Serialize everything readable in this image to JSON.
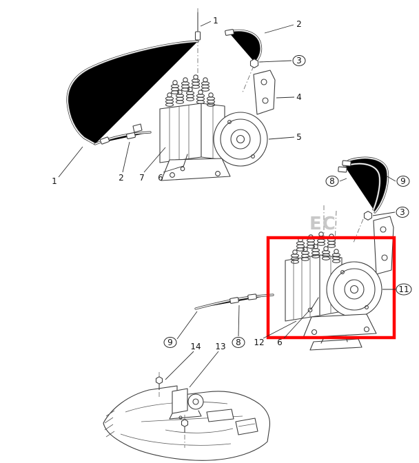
{
  "diagram": {
    "watermark": "EC",
    "highlight": {
      "color": "#ff0000"
    },
    "callouts": [
      {
        "label": "1",
        "circled": false
      },
      {
        "label": "2",
        "circled": false
      },
      {
        "label": "3",
        "circled": true
      },
      {
        "label": "4",
        "circled": false
      },
      {
        "label": "5",
        "circled": false
      },
      {
        "label": "1",
        "circled": false
      },
      {
        "label": "2",
        "circled": false
      },
      {
        "label": "7",
        "circled": false
      },
      {
        "label": "6",
        "circled": false
      },
      {
        "label": "8",
        "circled": true
      },
      {
        "label": "9",
        "circled": true
      },
      {
        "label": "3",
        "circled": true
      },
      {
        "label": "11",
        "circled": true
      },
      {
        "label": "9",
        "circled": true
      },
      {
        "label": "14",
        "circled": false
      },
      {
        "label": "13",
        "circled": false
      },
      {
        "label": "8",
        "circled": true
      },
      {
        "label": "12",
        "circled": false
      },
      {
        "label": "6",
        "circled": false
      }
    ]
  }
}
